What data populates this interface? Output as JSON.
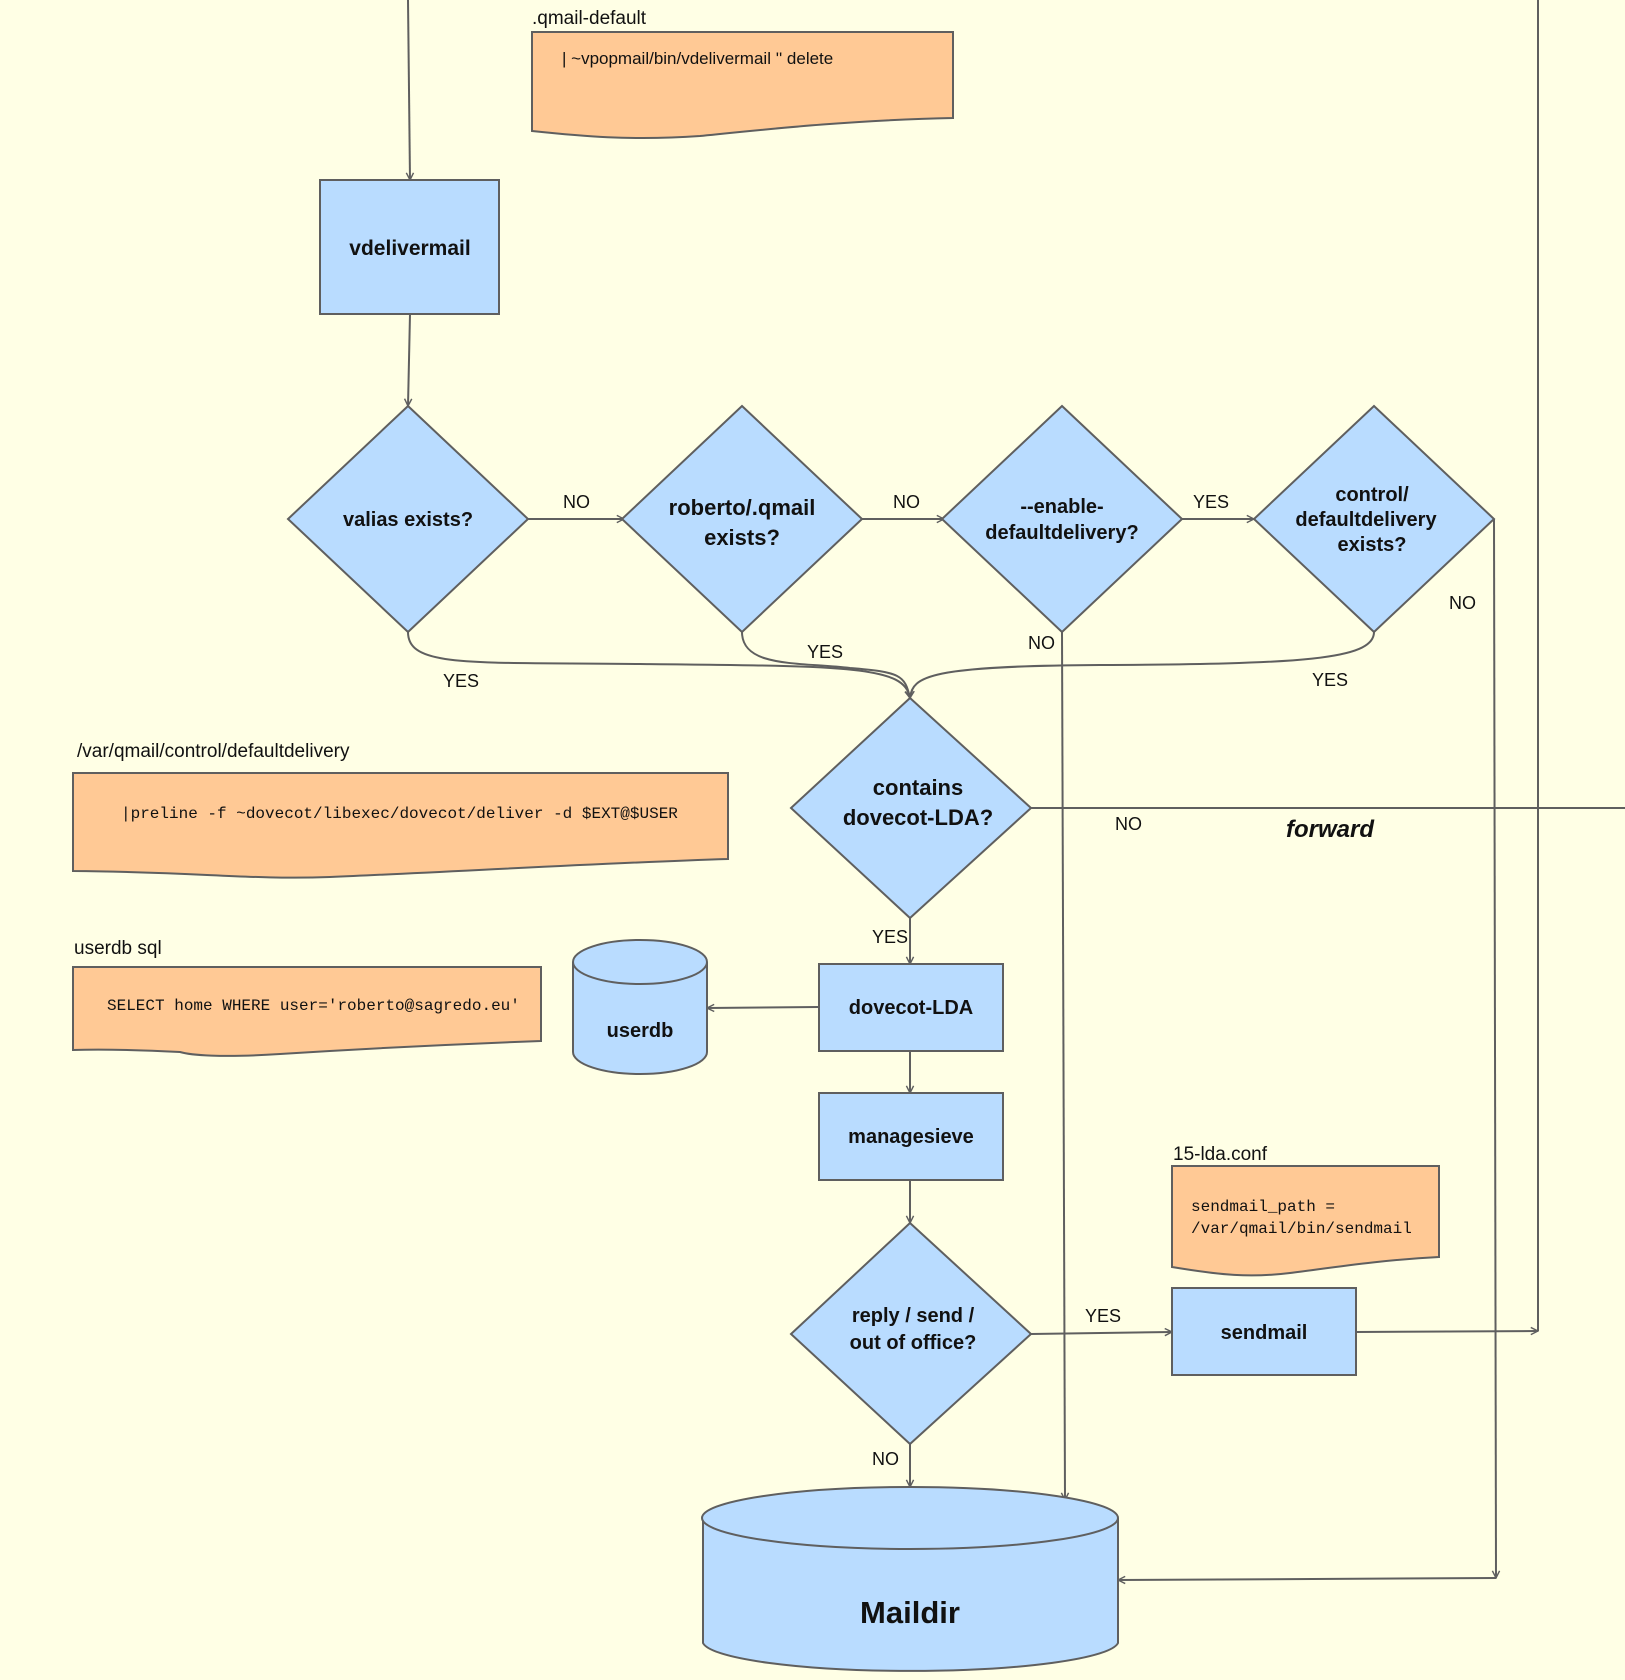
{
  "colors": {
    "background": "#ffffe5",
    "node_fill": "#b9dcff",
    "note_fill": "#ffc995",
    "stroke": "#5f5f5f",
    "text": "#111111"
  },
  "notes": {
    "qmail_default": {
      "title": ".qmail-default",
      "text": "| ~vpopmail/bin/vdelivermail '' delete"
    },
    "defaultdelivery": {
      "title": "/var/qmail/control/defaultdelivery",
      "text": "|preline -f ~dovecot/libexec/dovecot/deliver -d $EXT@$USER"
    },
    "userdb_sql": {
      "title": "userdb sql",
      "text": "SELECT home WHERE user='roberto@sagredo.eu'"
    },
    "lda_conf": {
      "title": "15-lda.conf",
      "line1": "sendmail_path =",
      "line2": "/var/qmail/bin/sendmail"
    }
  },
  "nodes": {
    "vdelivermail": "vdelivermail",
    "valias": "valias exists?",
    "qmail_exists_1": "roberto/.qmail",
    "qmail_exists_2": "exists?",
    "enable_default_1": "--enable-",
    "enable_default_2": "defaultdelivery?",
    "control_default_1": "control/",
    "control_default_2": "defaultdelivery",
    "control_default_3": "exists?",
    "contains_lda_1": "contains",
    "contains_lda_2": "dovecot-LDA?",
    "dovecot_lda": "dovecot-LDA",
    "userdb": "userdb",
    "managesieve": "managesieve",
    "reply_1": "reply / send /",
    "reply_2": "out of office?",
    "sendmail": "sendmail",
    "maildir": "Maildir"
  },
  "edge_labels": {
    "valias_no": "NO",
    "qmail_no": "NO",
    "enable_yes": "YES",
    "control_no": "NO",
    "qmail_yes": "YES",
    "enable_no": "NO",
    "valias_yes": "YES",
    "control_yes": "YES",
    "contains_no": "NO",
    "contains_yes": "YES",
    "reply_yes": "YES",
    "reply_no": "NO",
    "forward": "forward"
  }
}
